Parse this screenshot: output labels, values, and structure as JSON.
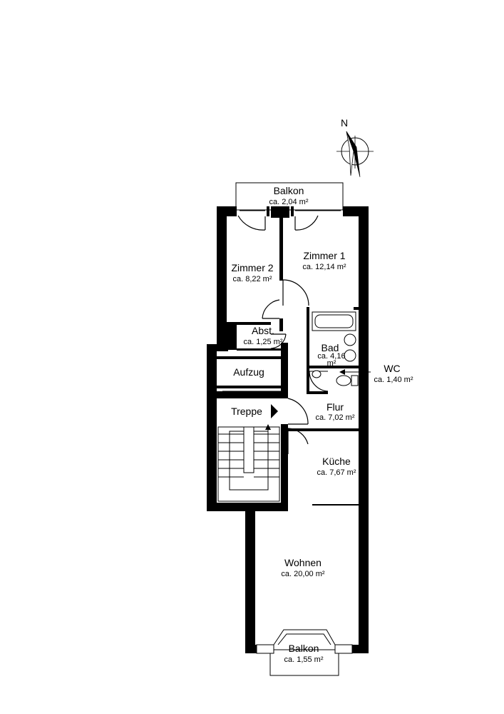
{
  "compass": {
    "label": "N"
  },
  "rooms": {
    "balkon_top": {
      "name": "Balkon",
      "area": "ca. 2,04 m²"
    },
    "zimmer2": {
      "name": "Zimmer 2",
      "area": "ca. 8,22 m²"
    },
    "zimmer1": {
      "name": "Zimmer 1",
      "area": "ca. 12,14 m²"
    },
    "abst": {
      "name": "Abst.",
      "area": "ca. 1,25 m²"
    },
    "bad": {
      "name": "Bad",
      "area_line1": "ca. 4,16",
      "area_line2": "m²"
    },
    "wc": {
      "name": "WC",
      "area": "ca. 1,40 m²"
    },
    "aufzug": {
      "name": "Aufzug"
    },
    "treppe": {
      "name": "Treppe"
    },
    "flur": {
      "name": "Flur",
      "area": "ca. 7,02 m²"
    },
    "kueche": {
      "name": "Küche",
      "area": "ca. 7,67 m²"
    },
    "wohnen": {
      "name": "Wohnen",
      "area": "ca. 20,00 m²"
    },
    "balkon_bottom": {
      "name": "Balkon",
      "area": "ca. 1,55 m²"
    }
  }
}
